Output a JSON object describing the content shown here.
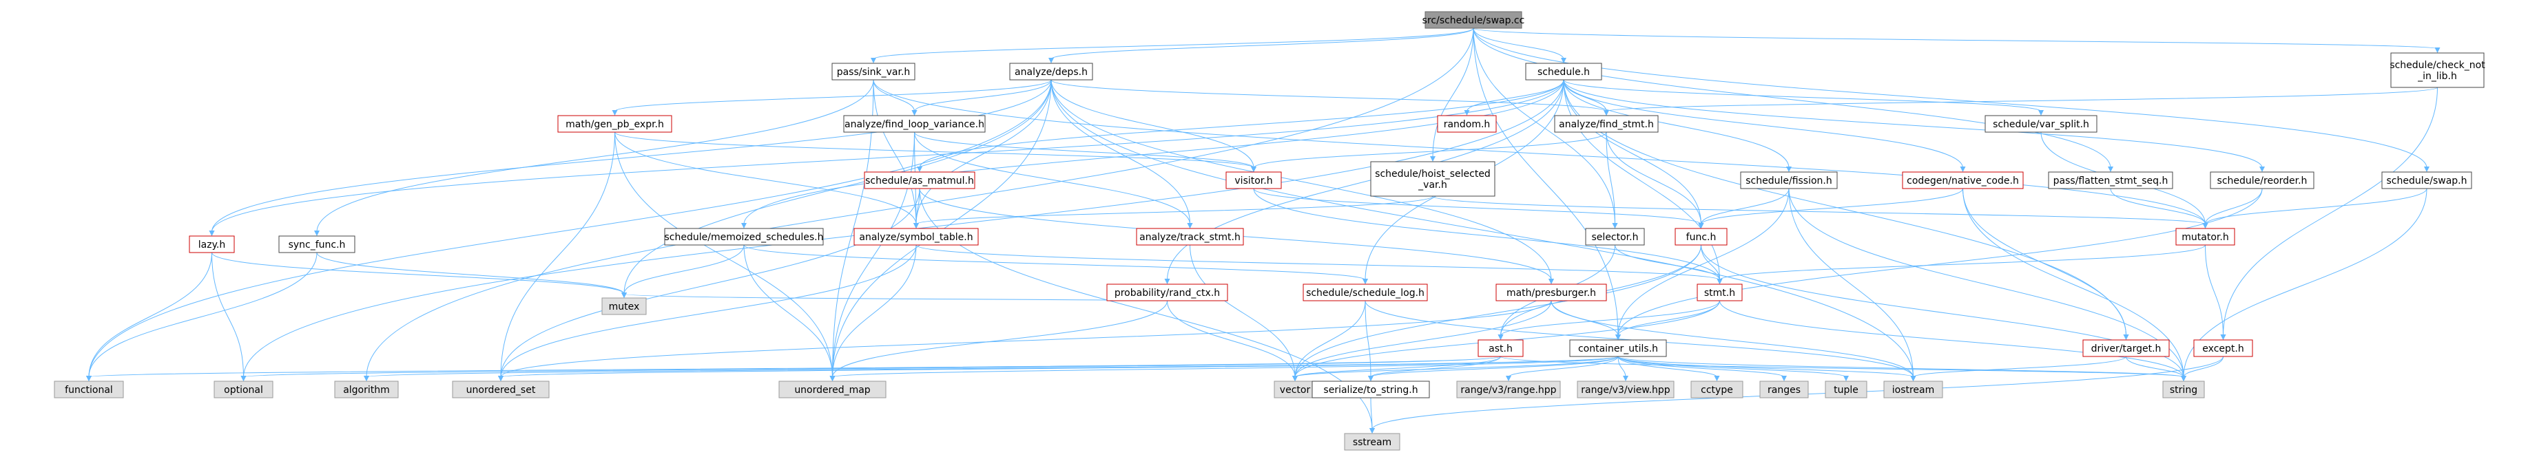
{
  "colors": {
    "edge": "#63b8ff",
    "root_fill": "#999999",
    "default_border": "#444444",
    "red_border": "#cc0000",
    "external_fill": "#e0e0e0"
  },
  "nodes": [
    {
      "id": "root",
      "lines": [
        "src/schedule/swap.cc"
      ],
      "style": "root"
    },
    {
      "id": "pass_sink_var",
      "lines": [
        "pass/sink_var.h"
      ],
      "style": "default"
    },
    {
      "id": "analyze_deps",
      "lines": [
        "analyze/deps.h"
      ],
      "style": "default"
    },
    {
      "id": "schedule_h",
      "lines": [
        "schedule.h"
      ],
      "style": "default"
    },
    {
      "id": "check_not_in_lib",
      "lines": [
        "schedule/check_not",
        "_in_lib.h"
      ],
      "style": "default"
    },
    {
      "id": "gen_pb_expr",
      "lines": [
        "math/gen_pb_expr.h"
      ],
      "style": "red"
    },
    {
      "id": "find_loop_variance",
      "lines": [
        "analyze/find_loop_variance.h"
      ],
      "style": "default"
    },
    {
      "id": "random_h",
      "lines": [
        "random.h"
      ],
      "style": "red"
    },
    {
      "id": "find_stmt",
      "lines": [
        "analyze/find_stmt.h"
      ],
      "style": "default"
    },
    {
      "id": "var_split",
      "lines": [
        "schedule/var_split.h"
      ],
      "style": "default"
    },
    {
      "id": "visitor",
      "lines": [
        "visitor.h"
      ],
      "style": "red"
    },
    {
      "id": "hoist_selected_var",
      "lines": [
        "schedule/hoist_selected",
        "_var.h"
      ],
      "style": "default"
    },
    {
      "id": "as_matmul",
      "lines": [
        "schedule/as_matmul.h"
      ],
      "style": "red"
    },
    {
      "id": "fission",
      "lines": [
        "schedule/fission.h"
      ],
      "style": "default"
    },
    {
      "id": "native_code",
      "lines": [
        "codegen/native_code.h"
      ],
      "style": "red"
    },
    {
      "id": "flatten_stmt_seq",
      "lines": [
        "pass/flatten_stmt_seq.h"
      ],
      "style": "default"
    },
    {
      "id": "reorder",
      "lines": [
        "schedule/reorder.h"
      ],
      "style": "default"
    },
    {
      "id": "swap_h",
      "lines": [
        "schedule/swap.h"
      ],
      "style": "default"
    },
    {
      "id": "memoized_schedules",
      "lines": [
        "schedule/memoized_schedules.h"
      ],
      "style": "default"
    },
    {
      "id": "symbol_table",
      "lines": [
        "analyze/symbol_table.h"
      ],
      "style": "red"
    },
    {
      "id": "track_stmt",
      "lines": [
        "analyze/track_stmt.h"
      ],
      "style": "red"
    },
    {
      "id": "selector",
      "lines": [
        "selector.h"
      ],
      "style": "default"
    },
    {
      "id": "func_h",
      "lines": [
        "func.h"
      ],
      "style": "red"
    },
    {
      "id": "mutator",
      "lines": [
        "mutator.h"
      ],
      "style": "red"
    },
    {
      "id": "lazy",
      "lines": [
        "lazy.h"
      ],
      "style": "red"
    },
    {
      "id": "sync_func",
      "lines": [
        "sync_func.h"
      ],
      "style": "default"
    },
    {
      "id": "rand_ctx",
      "lines": [
        "probability/rand_ctx.h"
      ],
      "style": "red"
    },
    {
      "id": "schedule_log",
      "lines": [
        "schedule/schedule_log.h"
      ],
      "style": "red"
    },
    {
      "id": "presburger",
      "lines": [
        "math/presburger.h"
      ],
      "style": "red"
    },
    {
      "id": "stmt_h",
      "lines": [
        "stmt.h"
      ],
      "style": "red"
    },
    {
      "id": "mutex",
      "lines": [
        "mutex"
      ],
      "style": "ext"
    },
    {
      "id": "ast_h",
      "lines": [
        "ast.h"
      ],
      "style": "red"
    },
    {
      "id": "container_utils",
      "lines": [
        "container_utils.h"
      ],
      "style": "default"
    },
    {
      "id": "except_h",
      "lines": [
        "except.h"
      ],
      "style": "red"
    },
    {
      "id": "driver_target",
      "lines": [
        "driver/target.h"
      ],
      "style": "red"
    },
    {
      "id": "functional",
      "lines": [
        "functional"
      ],
      "style": "ext"
    },
    {
      "id": "optional",
      "lines": [
        "optional"
      ],
      "style": "ext"
    },
    {
      "id": "algorithm",
      "lines": [
        "algorithm"
      ],
      "style": "ext"
    },
    {
      "id": "unordered_set",
      "lines": [
        "unordered_set"
      ],
      "style": "ext"
    },
    {
      "id": "unordered_map",
      "lines": [
        "unordered_map"
      ],
      "style": "ext"
    },
    {
      "id": "vector",
      "lines": [
        "vector"
      ],
      "style": "ext"
    },
    {
      "id": "to_string",
      "lines": [
        "serialize/to_string.h"
      ],
      "style": "default"
    },
    {
      "id": "range_hpp",
      "lines": [
        "range/v3/range.hpp"
      ],
      "style": "ext"
    },
    {
      "id": "view_hpp",
      "lines": [
        "range/v3/view.hpp"
      ],
      "style": "ext"
    },
    {
      "id": "cctype",
      "lines": [
        "cctype"
      ],
      "style": "ext"
    },
    {
      "id": "ranges",
      "lines": [
        "ranges"
      ],
      "style": "ext"
    },
    {
      "id": "tuple",
      "lines": [
        "tuple"
      ],
      "style": "ext"
    },
    {
      "id": "iostream",
      "lines": [
        "iostream"
      ],
      "style": "ext"
    },
    {
      "id": "string",
      "lines": [
        "string"
      ],
      "style": "ext"
    },
    {
      "id": "sstream",
      "lines": [
        "sstream"
      ],
      "style": "ext"
    }
  ],
  "edges": [
    [
      "root",
      "pass_sink_var"
    ],
    [
      "root",
      "analyze_deps"
    ],
    [
      "root",
      "schedule_h"
    ],
    [
      "root",
      "check_not_in_lib"
    ],
    [
      "root",
      "swap_h"
    ],
    [
      "root",
      "hoist_selected_var"
    ],
    [
      "root",
      "flatten_stmt_seq"
    ],
    [
      "root",
      "container_utils"
    ],
    [
      "root",
      "selector"
    ],
    [
      "root",
      "algorithm"
    ],
    [
      "pass_sink_var",
      "find_loop_variance"
    ],
    [
      "pass_sink_var",
      "symbol_table"
    ],
    [
      "pass_sink_var",
      "mutator"
    ],
    [
      "pass_sink_var",
      "unordered_map"
    ],
    [
      "pass_sink_var",
      "sync_func"
    ],
    [
      "analyze_deps",
      "gen_pb_expr"
    ],
    [
      "analyze_deps",
      "find_loop_variance"
    ],
    [
      "analyze_deps",
      "find_stmt"
    ],
    [
      "analyze_deps",
      "symbol_table"
    ],
    [
      "analyze_deps",
      "track_stmt"
    ],
    [
      "analyze_deps",
      "lazy"
    ],
    [
      "analyze_deps",
      "presburger"
    ],
    [
      "analyze_deps",
      "visitor"
    ],
    [
      "analyze_deps",
      "mutex"
    ],
    [
      "analyze_deps",
      "unordered_map"
    ],
    [
      "analyze_deps",
      "iostream"
    ],
    [
      "analyze_deps",
      "functional"
    ],
    [
      "schedule_h",
      "random_h"
    ],
    [
      "schedule_h",
      "find_stmt"
    ],
    [
      "schedule_h",
      "var_split"
    ],
    [
      "schedule_h",
      "as_matmul"
    ],
    [
      "schedule_h",
      "fission"
    ],
    [
      "schedule_h",
      "native_code"
    ],
    [
      "schedule_h",
      "reorder"
    ],
    [
      "schedule_h",
      "memoized_schedules"
    ],
    [
      "schedule_h",
      "func_h"
    ],
    [
      "schedule_h",
      "stmt_h"
    ],
    [
      "schedule_h",
      "schedule_log"
    ],
    [
      "schedule_h",
      "lazy"
    ],
    [
      "schedule_h",
      "rand_ctx"
    ],
    [
      "schedule_h",
      "driver_target"
    ],
    [
      "schedule_h",
      "optional"
    ],
    [
      "check_not_in_lib",
      "find_stmt"
    ],
    [
      "check_not_in_lib",
      "except_h"
    ],
    [
      "gen_pb_expr",
      "visitor"
    ],
    [
      "gen_pb_expr",
      "symbol_table"
    ],
    [
      "gen_pb_expr",
      "unordered_map"
    ],
    [
      "gen_pb_expr",
      "unordered_set"
    ],
    [
      "find_loop_variance",
      "visitor"
    ],
    [
      "find_loop_variance",
      "symbol_table"
    ],
    [
      "find_loop_variance",
      "track_stmt"
    ],
    [
      "find_loop_variance",
      "unordered_map"
    ],
    [
      "find_stmt",
      "visitor"
    ],
    [
      "find_stmt",
      "selector"
    ],
    [
      "find_stmt",
      "func_h"
    ],
    [
      "var_split",
      "mutator"
    ],
    [
      "visitor",
      "stmt_h"
    ],
    [
      "visitor",
      "func_h"
    ],
    [
      "hoist_selected_var",
      "mutator"
    ],
    [
      "hoist_selected_var",
      "symbol_table"
    ],
    [
      "as_matmul",
      "symbol_table"
    ],
    [
      "as_matmul",
      "presburger"
    ],
    [
      "as_matmul",
      "sstream"
    ],
    [
      "as_matmul",
      "unordered_set"
    ],
    [
      "fission",
      "func_h"
    ],
    [
      "fission",
      "container_utils"
    ],
    [
      "fission",
      "string"
    ],
    [
      "fission",
      "iostream"
    ],
    [
      "native_code",
      "func_h"
    ],
    [
      "native_code",
      "driver_target"
    ],
    [
      "native_code",
      "string"
    ],
    [
      "flatten_stmt_seq",
      "mutator"
    ],
    [
      "reorder",
      "mutator"
    ],
    [
      "reorder",
      "container_utils"
    ],
    [
      "swap_h",
      "mutator"
    ],
    [
      "swap_h",
      "string"
    ],
    [
      "memoized_schedules",
      "schedule_log"
    ],
    [
      "memoized_schedules",
      "mutex"
    ],
    [
      "memoized_schedules",
      "unordered_map"
    ],
    [
      "symbol_table",
      "stmt_h"
    ],
    [
      "symbol_table",
      "unordered_map"
    ],
    [
      "symbol_table",
      "unordered_set"
    ],
    [
      "track_stmt",
      "vector"
    ],
    [
      "selector",
      "stmt_h"
    ],
    [
      "selector",
      "ast_h"
    ],
    [
      "func_h",
      "stmt_h"
    ],
    [
      "func_h",
      "ast_h"
    ],
    [
      "func_h",
      "string"
    ],
    [
      "func_h",
      "vector"
    ],
    [
      "mutator",
      "stmt_h"
    ],
    [
      "mutator",
      "except_h"
    ],
    [
      "lazy",
      "functional"
    ],
    [
      "lazy",
      "mutex"
    ],
    [
      "lazy",
      "optional"
    ],
    [
      "sync_func",
      "functional"
    ],
    [
      "sync_func",
      "mutex"
    ],
    [
      "rand_ctx",
      "mutex"
    ],
    [
      "rand_ctx",
      "vector"
    ],
    [
      "rand_ctx",
      "unordered_map"
    ],
    [
      "schedule_log",
      "to_string"
    ],
    [
      "schedule_log",
      "iostream"
    ],
    [
      "schedule_log",
      "vector"
    ],
    [
      "presburger",
      "container_utils"
    ],
    [
      "presburger",
      "unordered_set"
    ],
    [
      "presburger",
      "iostream"
    ],
    [
      "presburger",
      "vector"
    ],
    [
      "stmt_h",
      "ast_h"
    ],
    [
      "stmt_h",
      "container_utils"
    ],
    [
      "stmt_h",
      "string"
    ],
    [
      "stmt_h",
      "vector"
    ],
    [
      "ast_h",
      "to_string"
    ],
    [
      "ast_h",
      "functional"
    ],
    [
      "ast_h",
      "string"
    ],
    [
      "ast_h",
      "vector"
    ],
    [
      "ast_h",
      "optional"
    ],
    [
      "container_utils",
      "range_hpp"
    ],
    [
      "container_utils",
      "view_hpp"
    ],
    [
      "container_utils",
      "cctype"
    ],
    [
      "container_utils",
      "ranges"
    ],
    [
      "container_utils",
      "tuple"
    ],
    [
      "container_utils",
      "algorithm"
    ],
    [
      "container_utils",
      "vector"
    ],
    [
      "container_utils",
      "iostream"
    ],
    [
      "container_utils",
      "string"
    ],
    [
      "container_utils",
      "to_string"
    ],
    [
      "container_utils",
      "unordered_map"
    ],
    [
      "container_utils",
      "unordered_set"
    ],
    [
      "except_h",
      "string"
    ],
    [
      "except_h",
      "sstream"
    ],
    [
      "driver_target",
      "string"
    ],
    [
      "driver_target",
      "iostream"
    ],
    [
      "to_string",
      "sstream"
    ]
  ]
}
